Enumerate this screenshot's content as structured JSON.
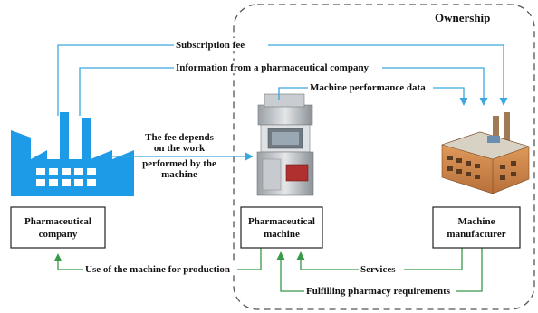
{
  "ownership_title": "Ownership",
  "flows": {
    "subscription_fee": "Subscription fee",
    "information": "Information from a pharmaceutical company",
    "performance_data": "Machine performance data",
    "fee_note": [
      "The fee depends",
      "on the work",
      "performed by the",
      "machine"
    ],
    "use_of_machine": "Use of the machine for production",
    "services": "Services",
    "fulfilling": "Fulfilling pharmacy requirements"
  },
  "boxes": {
    "company": [
      "Pharmaceutical",
      "company"
    ],
    "machine": [
      "Pharmaceutical",
      "machine"
    ],
    "manufacturer": [
      "Machine",
      "manufacturer"
    ]
  },
  "icons": {
    "company": "factory-icon",
    "machine": "tablet-press-icon",
    "manufacturer": "manufacturer-building-icon"
  },
  "colors": {
    "blue_arrow": "#3aa7e0",
    "green_arrow": "#3a9a4a",
    "factory_blue": "#1e9be6",
    "dashed_border": "#555555"
  }
}
